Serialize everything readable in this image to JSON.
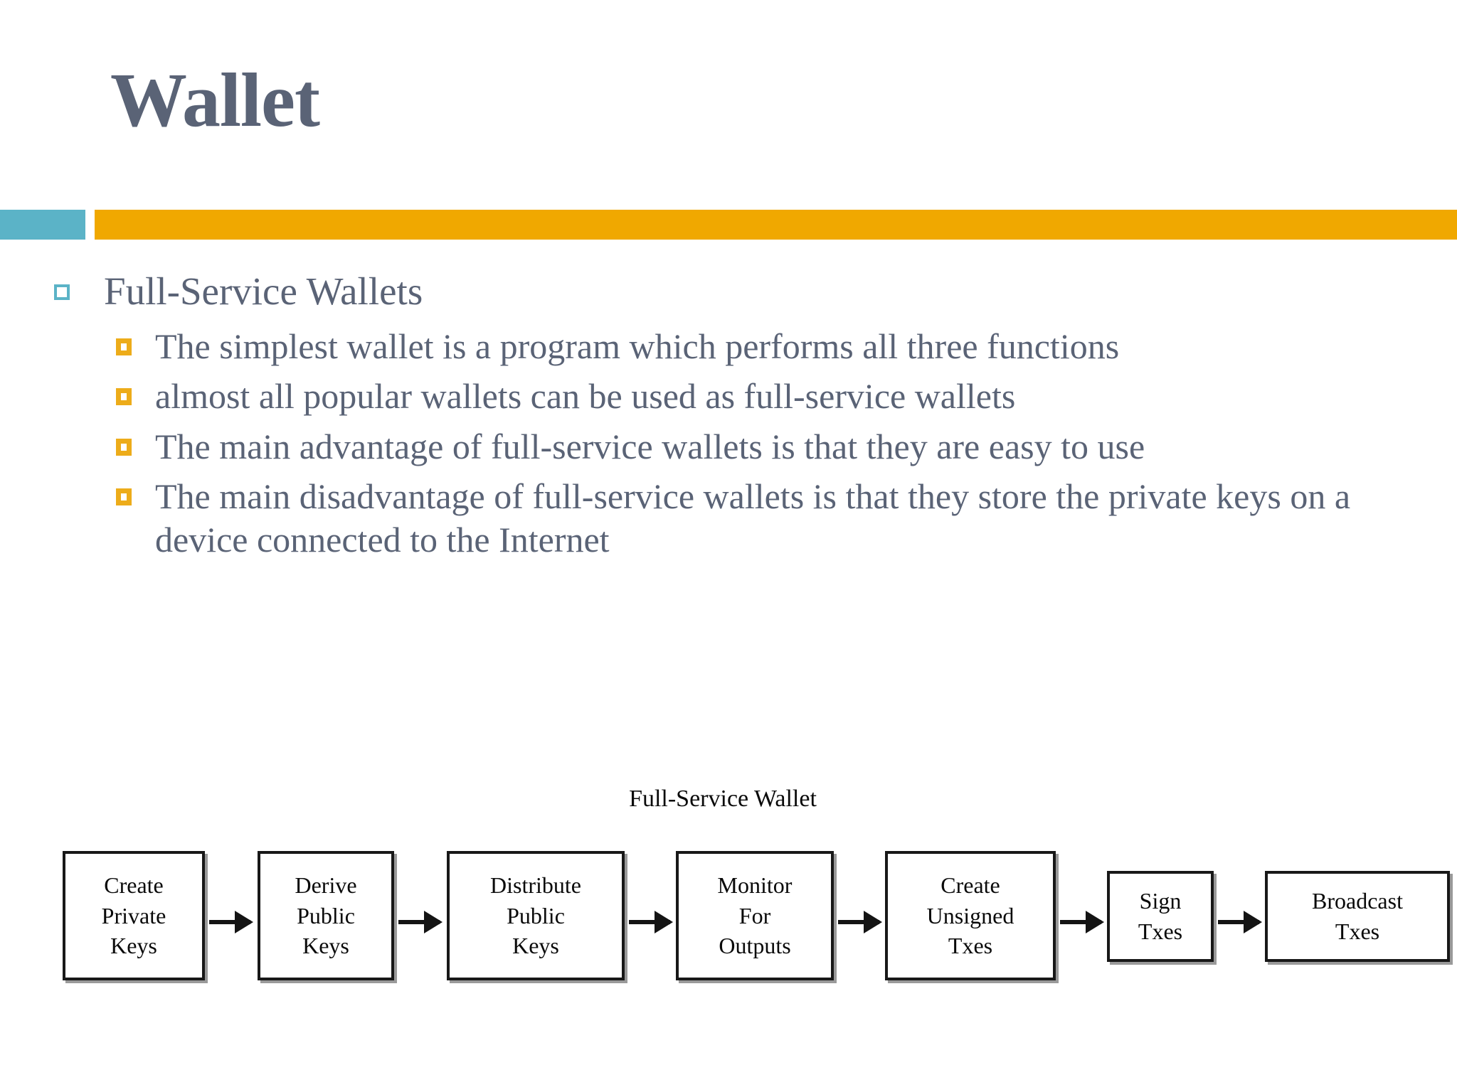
{
  "slide": {
    "title": "Wallet",
    "accent_teal": "#5bb3c7",
    "accent_orange": "#f0a800",
    "text_color": "#5a6376"
  },
  "content": {
    "level1": {
      "text": "Full-Service Wallets",
      "marker": "hollow-square-teal"
    },
    "level2": [
      {
        "text": "The simplest wallet is a program which performs all three functions"
      },
      {
        "text": "almost all popular wallets can be used as full-service wallets"
      },
      {
        "text": "The main advantage of full-service wallets is that they are easy to use"
      },
      {
        "text": "The main disadvantage of full-service wallets is that they store the private keys on a device connected to the Internet"
      }
    ]
  },
  "diagram": {
    "title": "Full-Service Wallet",
    "boxes": [
      {
        "line1": "Create",
        "line2": "Private",
        "line3": "Keys"
      },
      {
        "line1": "Derive",
        "line2": "Public",
        "line3": "Keys"
      },
      {
        "line1": "Distribute",
        "line2": "Public",
        "line3": "Keys"
      },
      {
        "line1": "Monitor",
        "line2": "For",
        "line3": "Outputs"
      },
      {
        "line1": "Create",
        "line2": "Unsigned",
        "line3": "Txes"
      },
      {
        "line1": "Sign",
        "line2": "Txes",
        "line3": ""
      },
      {
        "line1": "Broadcast",
        "line2": "Txes",
        "line3": ""
      }
    ]
  }
}
